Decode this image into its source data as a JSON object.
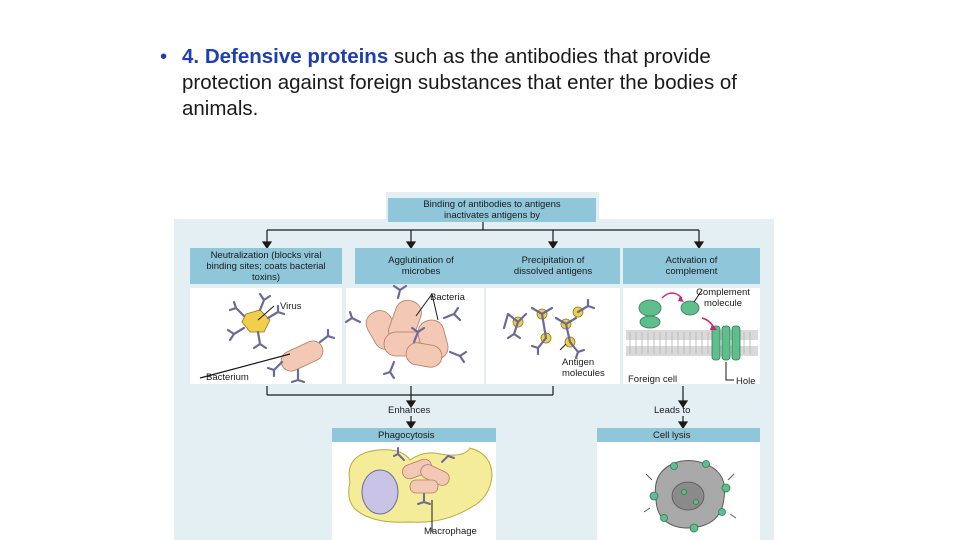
{
  "bullet": {
    "marker": "•",
    "number": "4.",
    "term": "Defensive proteins",
    "text_line1": " such as the antibodies that provide",
    "text_line2": "protection against foreign substances that enter the bodies of",
    "text_line3": "animals."
  },
  "diagram": {
    "top_box": "Binding of antibodies to antigens inactivates antigens by",
    "mechanisms": {
      "neutralization": "Neutralization (blocks viral binding sites; coats bacterial toxins)",
      "agglutination": "Agglutination of microbes",
      "precipitation": "Precipitation of dissolved antigens",
      "complement": "Activation of complement"
    },
    "labels": {
      "virus": "Virus",
      "bacterium": "Bacterium",
      "bacteria": "Bacteria",
      "antigen_molecules": "Antigen molecules",
      "complement_molecule": "Complement molecule",
      "foreign_cell": "Foreign cell",
      "hole": "Hole",
      "macrophage": "Macrophage"
    },
    "outcomes": {
      "enhances": "Enhances",
      "leads_to": "Leads to",
      "phagocytosis": "Phagocytosis",
      "cell_lysis": "Cell lysis"
    },
    "colors": {
      "box_blue": "#8fc6d9",
      "panel_bg": "#e3eff3",
      "bacterium_pink": "#f3c9b6",
      "antigen_yellow": "#f2cf4a",
      "antibody_purple": "#6a6a99",
      "complement_green": "#5fbf8c",
      "macrophage_yellow": "#f5ec9a"
    }
  }
}
